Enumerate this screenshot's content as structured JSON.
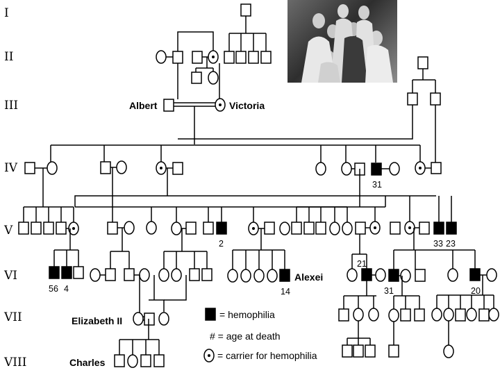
{
  "generations": [
    "I",
    "II",
    "III",
    "IV",
    "V",
    "VI",
    "VII",
    "VIII"
  ],
  "names": {
    "albert": "Albert",
    "victoria": "Victoria",
    "alexei": "Alexei",
    "elizabeth": "Elizabeth II",
    "charles": "Charles"
  },
  "ages": [
    "31",
    "2",
    "33",
    "23",
    "56",
    "4",
    "21",
    "14",
    "31",
    "20"
  ],
  "legend": {
    "hemophilia": "= hemophilia",
    "age": "# = age at death",
    "carrier": "= carrier for hemophilia"
  },
  "symbol_legend": {
    "affected": "filled shape",
    "carrier": "circle with center dot",
    "male": "square",
    "female": "circle"
  }
}
